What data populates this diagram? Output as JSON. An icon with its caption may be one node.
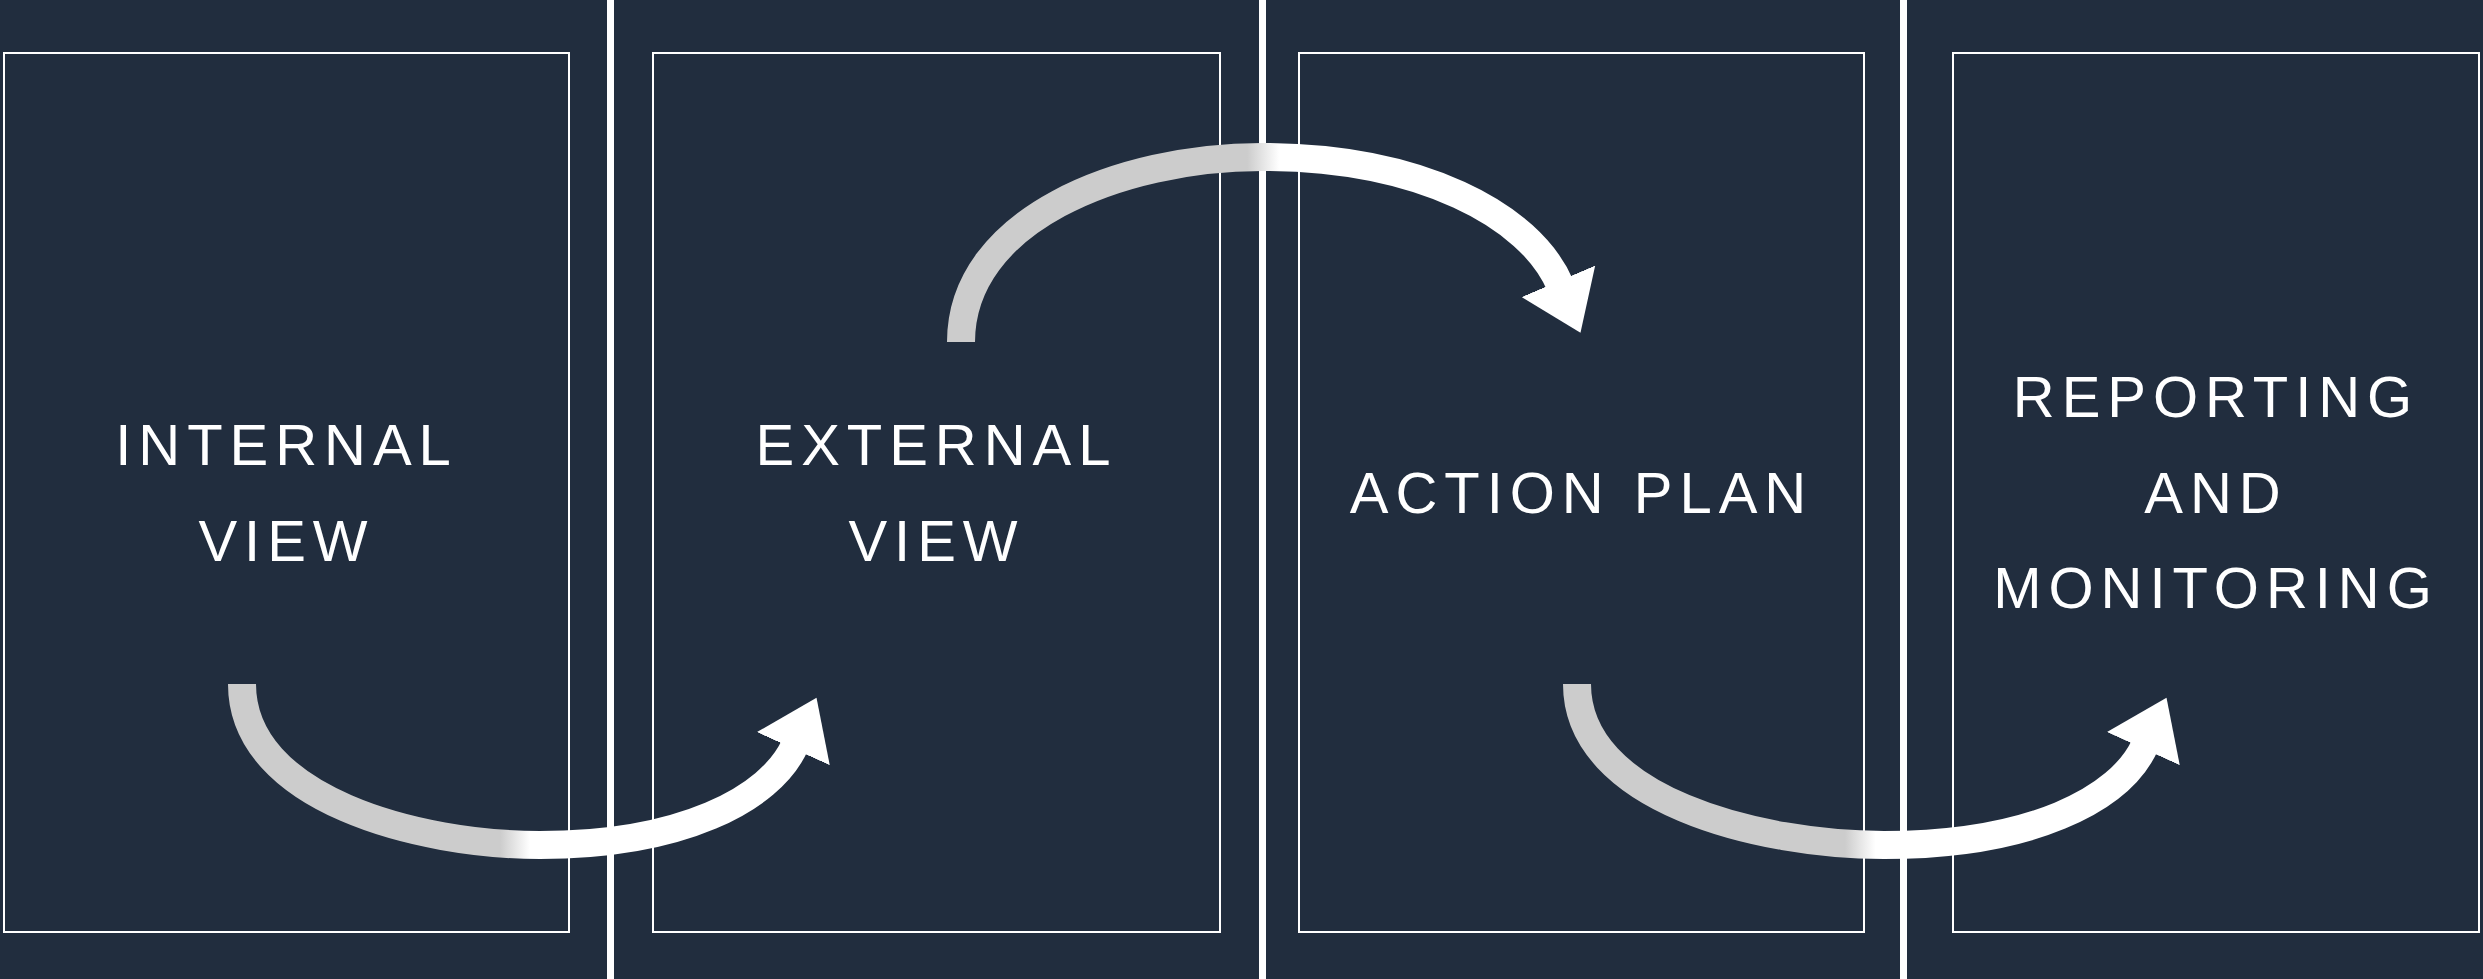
{
  "diagram": {
    "nodes": [
      {
        "text": [
          "INTERNAL VIEW"
        ]
      },
      {
        "text": [
          "EXTERNAL VIEW"
        ]
      },
      {
        "text": [
          "ACTION PLAN"
        ]
      },
      {
        "text": [
          "REPORTING AND MONITORING"
        ]
      }
    ],
    "edges": [
      {
        "from": 0,
        "to": 1,
        "arrow": "to"
      },
      {
        "from": 1,
        "to": 2,
        "arrow": "to"
      },
      {
        "from": 2,
        "to": 3,
        "arrow": "to"
      }
    ]
  }
}
